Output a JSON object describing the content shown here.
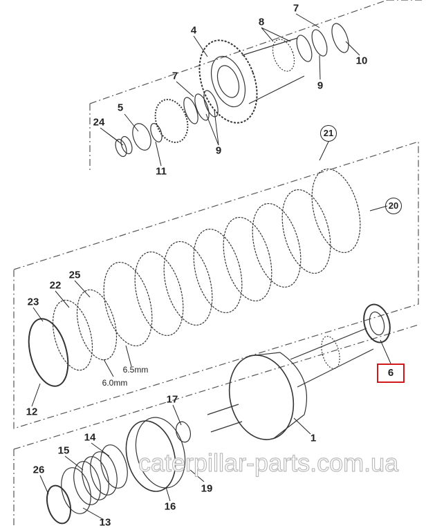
{
  "diagram": {
    "callouts": {
      "c7a": "7",
      "c8": "8",
      "c10": "10",
      "c9a": "9",
      "c4": "4",
      "c7b": "7",
      "c5": "5",
      "c24": "24",
      "c9b": "9",
      "c11": "11",
      "c21": "21",
      "c20": "20",
      "c25": "25",
      "c22": "22",
      "c23": "23",
      "c12": "12",
      "c6": "6",
      "c17": "17",
      "c1": "1",
      "c14": "14",
      "c15": "15",
      "c26": "26",
      "c16": "16",
      "c19": "19",
      "c13": "13"
    },
    "dimensions": {
      "thick": "6.5mm",
      "thin": "6.0mm"
    },
    "highlight_color": "#d01818",
    "watermark": "caterpillar-parts.com.ua"
  }
}
